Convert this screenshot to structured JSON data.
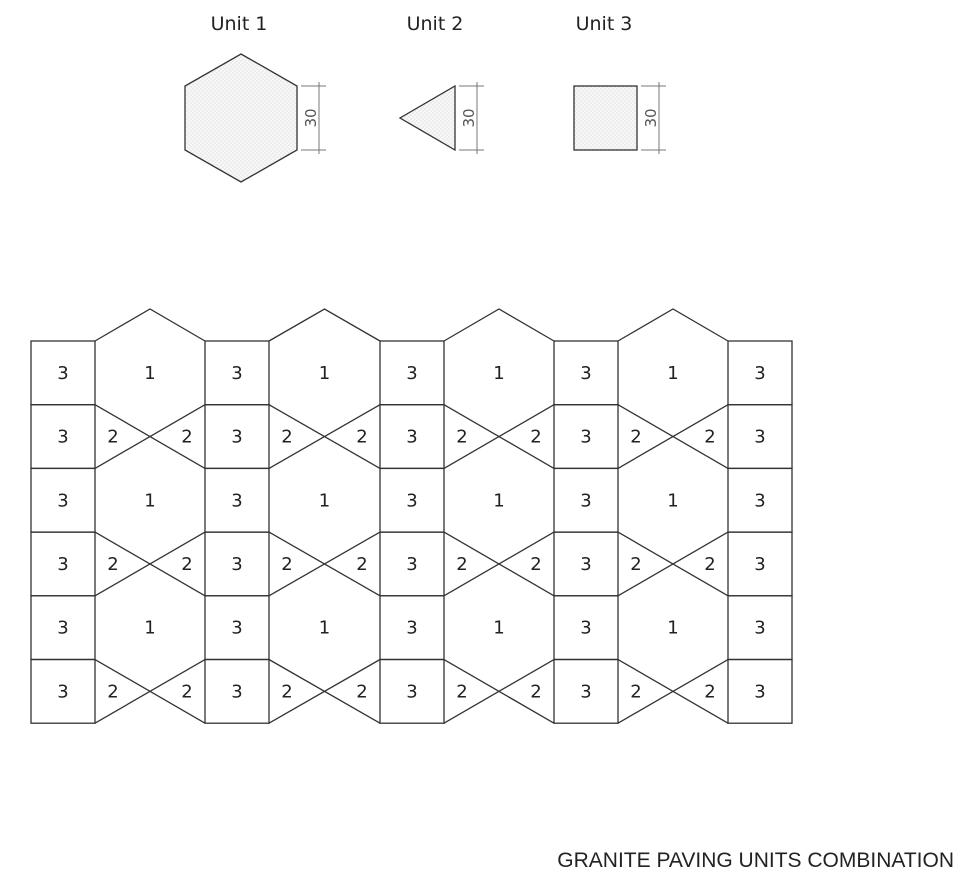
{
  "legend": {
    "units": [
      {
        "title": "Unit 1",
        "dimension": "30",
        "shape": "hexagon"
      },
      {
        "title": "Unit 2",
        "dimension": "30",
        "shape": "triangle"
      },
      {
        "title": "Unit 3",
        "dimension": "30",
        "shape": "square"
      }
    ]
  },
  "pattern": {
    "hexagon_label": "1",
    "triangle_label": "2",
    "square_label": "3",
    "square_columns": 5,
    "hexagon_columns": 4,
    "row_pairs": 3
  },
  "caption": "GRANITE PAVING UNITS COMBINATION",
  "colors": {
    "line": "#333333",
    "dimension_line": "#777777",
    "stipple": "#c8c8c8"
  }
}
